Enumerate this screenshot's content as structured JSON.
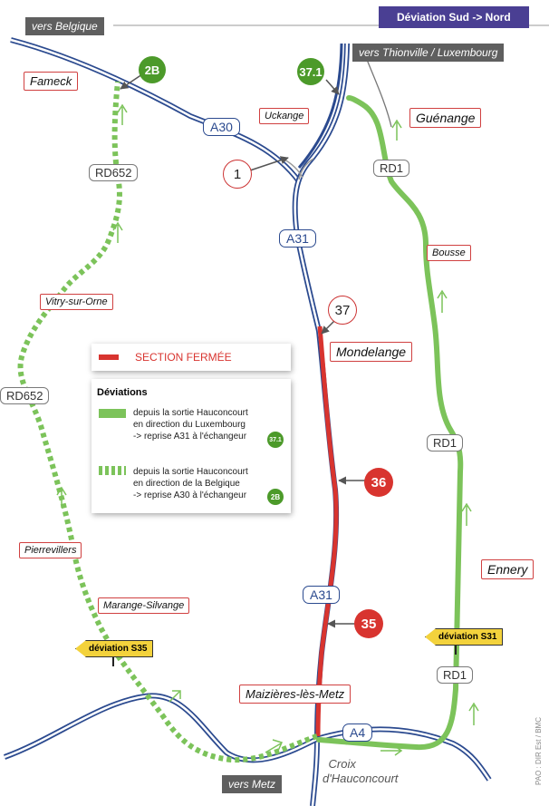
{
  "header": {
    "title": "Déviation Sud -> Nord",
    "north_west_direction": "vers Belgique",
    "north_direction": "vers Thionville / Luxembourg",
    "south_direction": "vers Metz"
  },
  "roads": {
    "a30": "A30",
    "a31_upper": "A31",
    "a31_lower": "A31",
    "a4": "A4",
    "rd652_upper": "RD652",
    "rd652_lower": "RD652",
    "rd1_upper": "RD1",
    "rd1_middle": "RD1",
    "rd1_lower": "RD1"
  },
  "places": {
    "fameck": "Fameck",
    "uckange": "Uckange",
    "guenange": "Guénange",
    "bousse": "Bousse",
    "vitry": "Vitry-sur-Orne",
    "mondelange": "Mondelange",
    "pierrevillers": "Pierrevillers",
    "marange": "Marange-Silvange",
    "ennery": "Ennery",
    "maizieres": "Maizières-lès-Metz",
    "croix_line1": "Croix",
    "croix_line2": "d'Hauconcourt"
  },
  "exits": {
    "e2b": "2B",
    "e37_1": "37.1",
    "e1": "1",
    "e37": "37",
    "e36": "36",
    "e35": "35"
  },
  "signs": {
    "deviation_s35": "déviation S35",
    "deviation_s31": "déviation S31"
  },
  "legend": {
    "closed_section": "SECTION FERMÉE",
    "deviations_title": "Déviations",
    "solid_line1": "depuis la sortie Hauconcourt",
    "solid_line2": "en direction du Luxembourg",
    "solid_line3": "-> reprise A31 à l'échangeur",
    "solid_exit": "37.1",
    "dashed_line1": "depuis la sortie Hauconcourt",
    "dashed_line2": "en direction de la Belgique",
    "dashed_line3": "-> reprise A30 à l'échangeur",
    "dashed_exit": "2B"
  },
  "credit": "PAO : DIR Est / BMC",
  "colors": {
    "motorway": "#2b4a8f",
    "closed": "#d8342f",
    "detour": "#7cc35a",
    "badge": "#4a3f93"
  }
}
